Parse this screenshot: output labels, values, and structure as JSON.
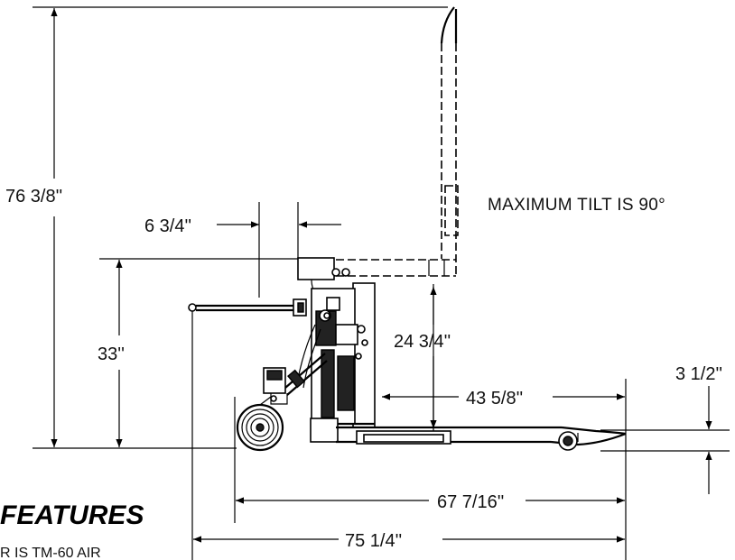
{
  "dimensions": {
    "overall_height": "76 3/8''",
    "offset_top": "6 3/4''",
    "frame_height": "33''",
    "fork_height": "24 3/4''",
    "fork_length": "43 5/8''",
    "fork_thickness": "3 1/2''",
    "base_length": "67 7/16''",
    "overall_length": "75 1/4''"
  },
  "notes": {
    "tilt": "MAXIMUM TILT IS 90°"
  },
  "features": {
    "heading": "FEATURES",
    "first_line": "R IS TM-60 AIR"
  }
}
